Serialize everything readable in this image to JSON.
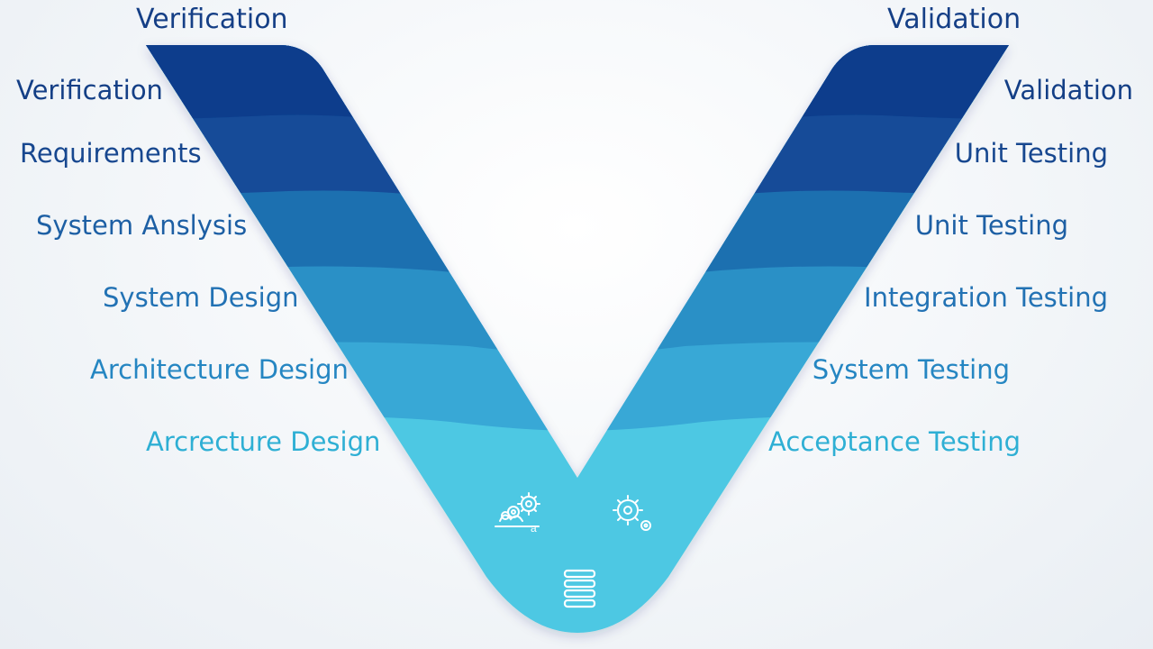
{
  "headers": {
    "left": "Verification",
    "right": "Validation"
  },
  "left_labels": [
    "Verification",
    "Requirements",
    "System Anslysis",
    "System Design",
    "Architecture Design",
    "Arcrecture Design"
  ],
  "right_labels": [
    "Validation",
    "Unit Testing",
    "Unit Testing",
    "Integration Testing",
    "System Testing",
    "Acceptance Testing"
  ],
  "colors": {
    "band_1": "#0d3c8c",
    "band_2": "#124b98",
    "band_3": "#1f6fb0",
    "band_4": "#2b90c6",
    "band_5": "#37a8d6",
    "band_6": "#4ec8e3",
    "label_top": "#143f86",
    "label_bottom": "#2eafd4",
    "icon": "#ffffff"
  },
  "icons": [
    "gears-icon",
    "gear-icon",
    "server-stack-icon"
  ],
  "icon_texts": {
    "gears_suffix": "a"
  }
}
